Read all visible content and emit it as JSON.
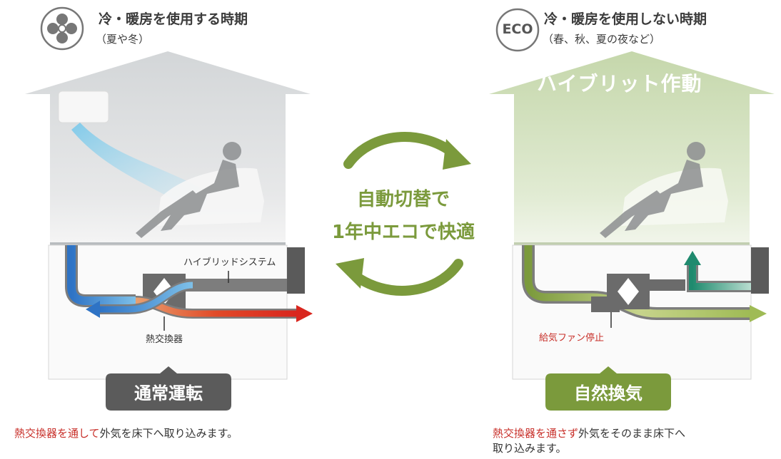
{
  "left": {
    "icon": "fan-icon",
    "title": "冷・暖房を使用する時期",
    "subtitle": "（夏や冬）",
    "system_label": "ハイブリッドシステム",
    "exchanger_label": "熱交換器",
    "mode_label": "通常運転",
    "caption_red": "熱交換器を通して",
    "caption_rest": "外気を床下へ取り込みます。",
    "mode_color": "#5b5b5b"
  },
  "center": {
    "line1": "自動切替で",
    "line2": "1年中エコで快適",
    "arrow_color": "#7b9a3c"
  },
  "right": {
    "icon_text": "ECO",
    "title": "冷・暖房を使用しない時期",
    "subtitle": "（春、秋、夏の夜など）",
    "house_label": "ハイブリット作動",
    "fan_stop_label": "給気ファン停止",
    "mode_label": "自然換気",
    "caption_red": "熱交換器を通さず",
    "caption_rest_1": "外気をそのまま床下へ",
    "caption_rest_2": "取り込みます。",
    "mode_color": "#7b9a3c"
  }
}
